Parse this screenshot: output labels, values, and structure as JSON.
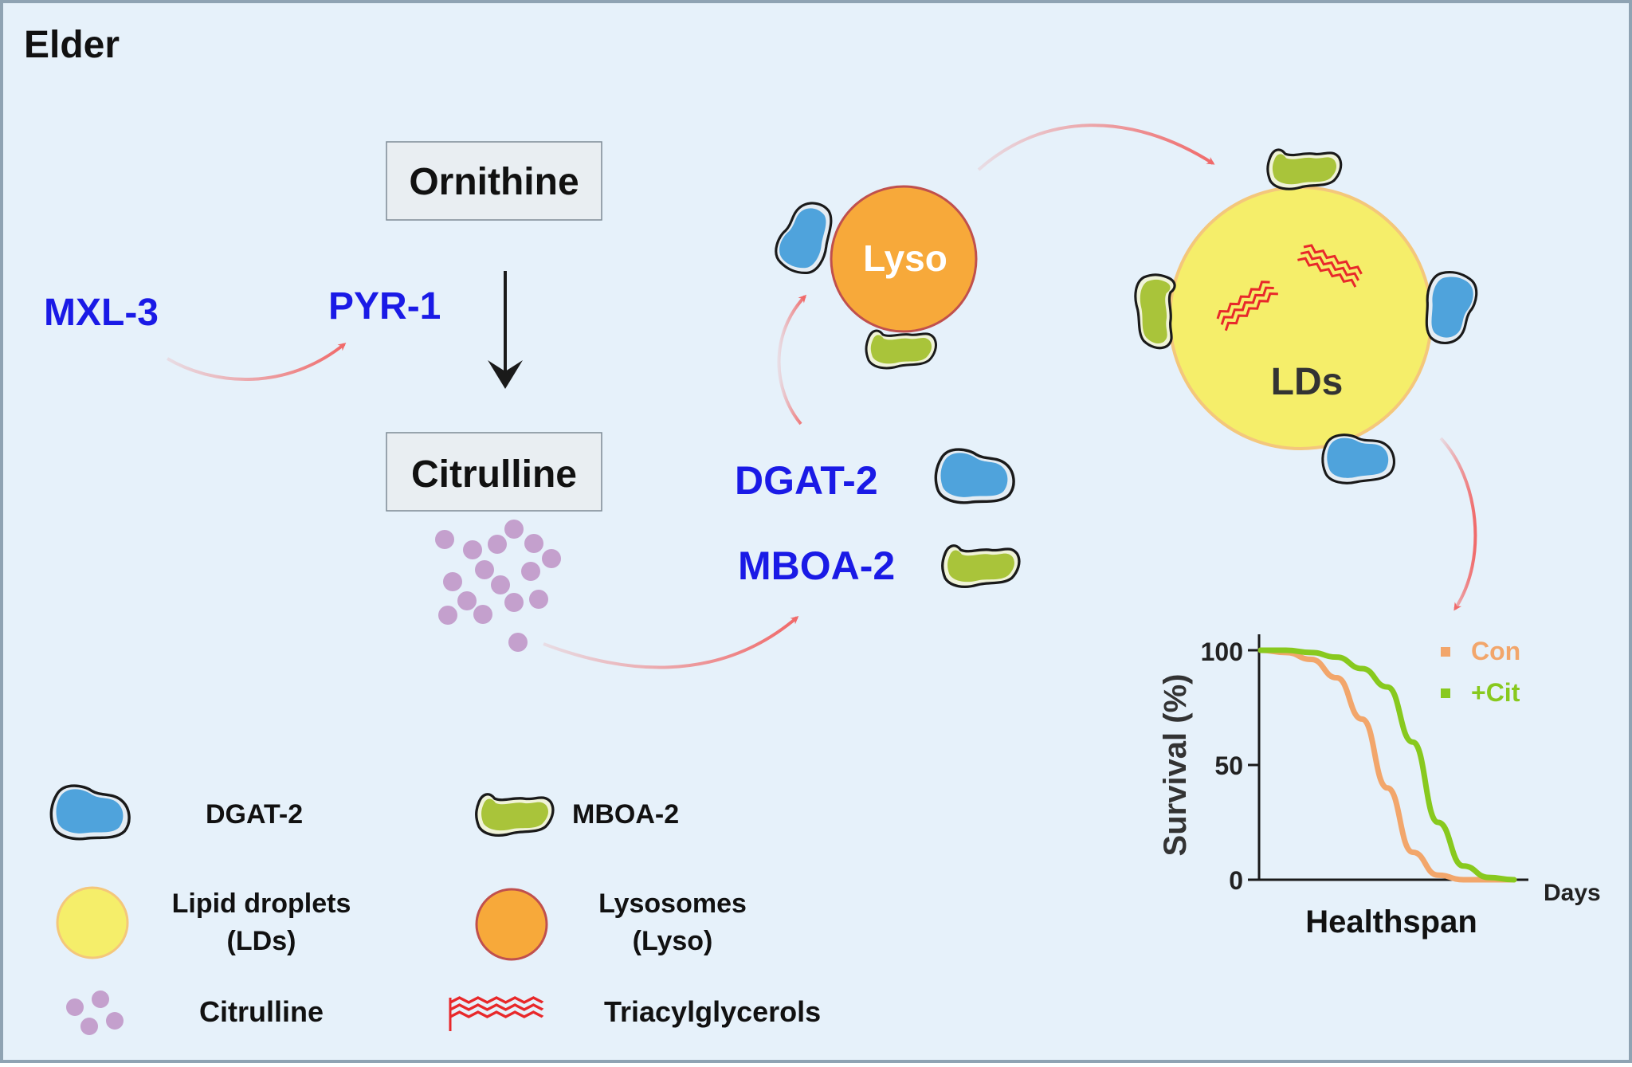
{
  "panel_title": "Elder",
  "genes": {
    "mxl3": "MXL-3",
    "pyr1": "PYR-1",
    "dgat2": "DGAT-2",
    "mboa2": "MBOA-2"
  },
  "metabolites": {
    "ornithine": "Ornithine",
    "citrulline": "Citrulline"
  },
  "organelles": {
    "lyso": "Lyso",
    "lds": "LDs"
  },
  "chart": {
    "xlabel": "Healthspan",
    "x_unit_label": "Days",
    "ylabel": "Survival (%)",
    "yticks": [
      "100",
      "50",
      "0"
    ],
    "legend": [
      "Con",
      "+Cit"
    ]
  },
  "chart_data": {
    "type": "line",
    "ylabel": "Survival (%)",
    "xlabel": "Healthspan",
    "ylim": [
      0,
      100
    ],
    "series": [
      {
        "name": "Con",
        "color": "#f2a66b",
        "values": [
          100,
          99,
          96,
          88,
          70,
          40,
          12,
          2,
          0,
          0,
          0
        ]
      },
      {
        "name": "+Cit",
        "color": "#88c91e",
        "values": [
          100,
          100,
          99,
          97,
          92,
          84,
          60,
          25,
          6,
          1,
          0
        ]
      }
    ]
  },
  "legend": {
    "dgat2": "DGAT-2",
    "mboa2": "MBOA-2",
    "lipid_droplets": [
      "Lipid droplets",
      "(LDs)"
    ],
    "lysosomes": [
      "Lysosomes",
      "(Lyso)"
    ],
    "citrulline": "Citrulline",
    "triacylglycerols": "Triacylglycerols"
  },
  "colors": {
    "background": "#e6f1fa",
    "gene_blue": "#1a1ae6",
    "arrow_red": "#f06a6a",
    "lyso_orange": "#f7a93a",
    "ld_yellow": "#f5ee6a",
    "dgat_blue": "#4fa3dc",
    "mboa_green": "#a9c43a",
    "citrulline_purple": "#c4a0cd",
    "tag_red": "#e8282a"
  }
}
